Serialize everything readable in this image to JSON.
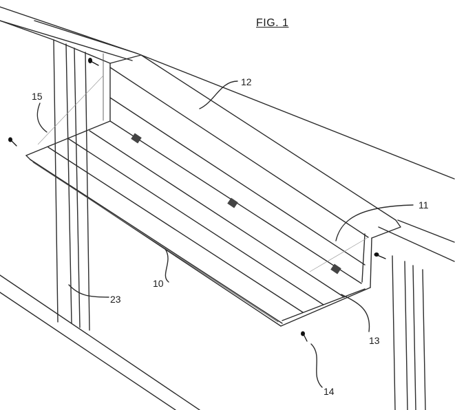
{
  "figure": {
    "title": "FIG. 1"
  },
  "labels": {
    "planter_box": "10",
    "back_flange": "11",
    "rail": "12",
    "bracket": "13",
    "screw_lower": "14",
    "screw_upper": "15",
    "post": "23"
  },
  "icons": {
    "fastener": "screw-icon",
    "clip": "clip-icon"
  },
  "colors": {
    "ink": "#2b2b2b",
    "paper": "#ffffff"
  }
}
